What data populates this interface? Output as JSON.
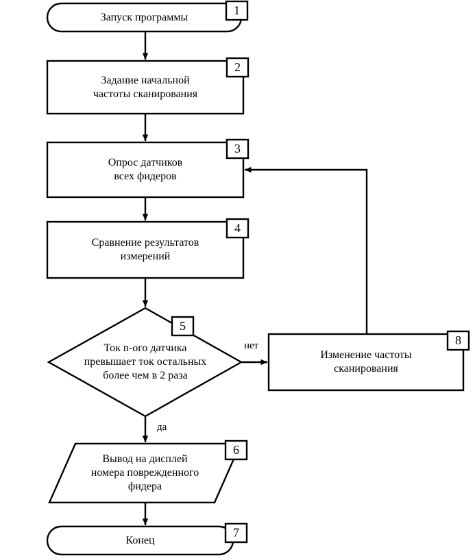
{
  "diagram": {
    "kind": "flowchart",
    "language": "ru",
    "stroke_color": "#000000",
    "fill_color": "#ffffff",
    "background_color": "#ffffff"
  },
  "nodes": [
    {
      "id": "n1",
      "badge": "1",
      "shape": "terminator",
      "text": "Запуск программы"
    },
    {
      "id": "n2",
      "badge": "2",
      "shape": "process",
      "text": "Задание начальной\nчастоты сканирования"
    },
    {
      "id": "n3",
      "badge": "3",
      "shape": "process",
      "text": "Опрос датчиков\nвсех фидеров"
    },
    {
      "id": "n4",
      "badge": "4",
      "shape": "process",
      "text": "Сравнение результатов\nизмерений"
    },
    {
      "id": "n5",
      "badge": "5",
      "shape": "decision",
      "text": "Ток n-ого датчика\nпревышает ток остальных\nболее чем в 2 раза"
    },
    {
      "id": "n6",
      "badge": "6",
      "shape": "data",
      "text": "Вывод на дисплей\nномера поврежденного\nфидера"
    },
    {
      "id": "n7",
      "badge": "7",
      "shape": "terminator",
      "text": "Конец"
    },
    {
      "id": "n8",
      "badge": "8",
      "shape": "process",
      "text": "Изменение частоты\nсканирования"
    }
  ],
  "edges": [
    {
      "id": "e1",
      "from": "n1",
      "to": "n2",
      "label": ""
    },
    {
      "id": "e2",
      "from": "n2",
      "to": "n3",
      "label": ""
    },
    {
      "id": "e3",
      "from": "n3",
      "to": "n4",
      "label": ""
    },
    {
      "id": "e4",
      "from": "n4",
      "to": "n5",
      "label": ""
    },
    {
      "id": "e5",
      "from": "n5",
      "to": "n8",
      "label": "нет"
    },
    {
      "id": "e6",
      "from": "n5",
      "to": "n6",
      "label": "да"
    },
    {
      "id": "e7",
      "from": "n6",
      "to": "n7",
      "label": ""
    },
    {
      "id": "e8",
      "from": "n8",
      "to": "n3",
      "label": ""
    }
  ]
}
